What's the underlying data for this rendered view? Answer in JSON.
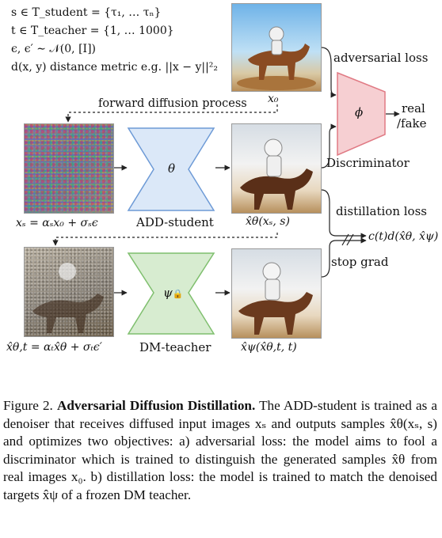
{
  "definitions": {
    "line1": "s ∈ T_student = {τ₁, … τₙ}",
    "line2": "t ∈ T_teacher = {1, … 1000}",
    "line3": "ϵ, ϵ′ ∼ 𝒩(0, [I])",
    "line4_math": "d(x, y)",
    "line4_text": "distance metric e.g.",
    "line4_expr": "||x − y||²₂"
  },
  "labels": {
    "x0": "x₀",
    "forward_diffusion": "forward diffusion process",
    "adversarial_loss": "adversarial loss",
    "discriminator": "Discriminator",
    "phi": "ϕ",
    "real_fake_1": "real",
    "real_fake_2": "/fake",
    "theta": "θ",
    "add_student": "ADD-student",
    "xs_eq": "xₛ = αₛx₀ + σₛϵ",
    "xhat_theta": "x̂θ(xₛ, s)",
    "distillation_loss": "distillation loss",
    "ct_loss": "c(t)d(x̂θ, x̂ψ)",
    "stop_grad": "stop grad",
    "psi": "ψ",
    "lock_icon": "🔒",
    "dm_teacher": "DM-teacher",
    "xhat_theta_t_eq": "x̂θ,t = αₜx̂θ + σₜϵ′",
    "xhat_psi": "x̂ψ(x̂θ,t, t)"
  },
  "caption": {
    "fig_label": "Figure 2.",
    "title": "Adversarial Diffusion Distillation.",
    "body": "The ADD-student is trained as a denoiser that receives diffused input images xₛ and outputs samples x̂θ(xₛ, s) and optimizes two objectives: a) adversarial loss: the model aims to fool a discriminator which is trained to distinguish the generated samples x̂θ from real images x₀. b) distillation loss: the model is trained to match the denoised targets x̂ψ of a frozen DM teacher."
  },
  "colors": {
    "student_fill": "#dbe8f8",
    "student_stroke": "#6d9ad6",
    "teacher_fill": "#d7ecd0",
    "teacher_stroke": "#7fbf6e",
    "disc_fill": "#f6cfd2",
    "disc_stroke": "#e07a84"
  }
}
